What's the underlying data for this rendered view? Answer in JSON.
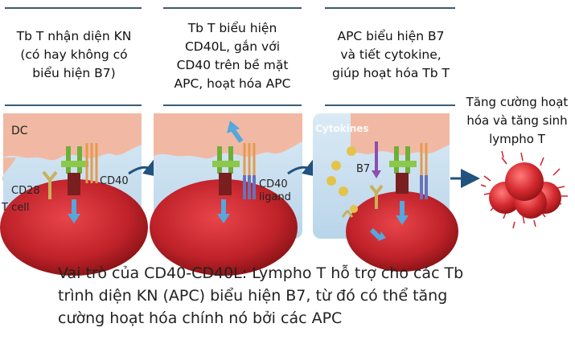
{
  "panels": [
    {
      "caption_lines": [
        "Tb T nhận diện KN",
        "(có hay không có",
        "biểu hiện B7)"
      ]
    },
    {
      "caption_lines": [
        "Tb T biểu hiện",
        "CD40L, gắn với",
        "CD40 trên bề mặt",
        "APC, hoạt hóa APC"
      ]
    },
    {
      "caption_lines": [
        "APC biểu hiện B7",
        "và tiết cytokine,",
        "giúp hoạt hóa Tb T"
      ]
    }
  ],
  "labels": {
    "dc": "DC",
    "cd28": "CD28",
    "t_cell": "T cell",
    "cd40": "CD40",
    "cd40_ligand_line1": "CD40",
    "cd40_ligand_line2": "ligand",
    "cytokines": "Cytokines",
    "b7": "B7"
  },
  "result_caption_lines": [
    "Tăng cường hoạt",
    "hóa và tăng sinh",
    "lympho T"
  ],
  "bottom_text_lines": [
    "Vai trò của CD40-CD40L: Lympho T hỗ trợ cho các Tb",
    "trình diện KN (APC) biểu hiện B7, từ đó có thể tăng",
    "cường hoạt hóa chính nó bởi các APC"
  ],
  "colors": {
    "panel_bg": "#cfe3f1",
    "dc_cell": "#f1b9a4",
    "t_cell": "#c8262d",
    "tcr": "#8cc84b",
    "cd40": "#e59a4d",
    "cd40l": "#6a72b8",
    "arrow": "#22527e",
    "signal_arrow": "#55a7dd"
  }
}
